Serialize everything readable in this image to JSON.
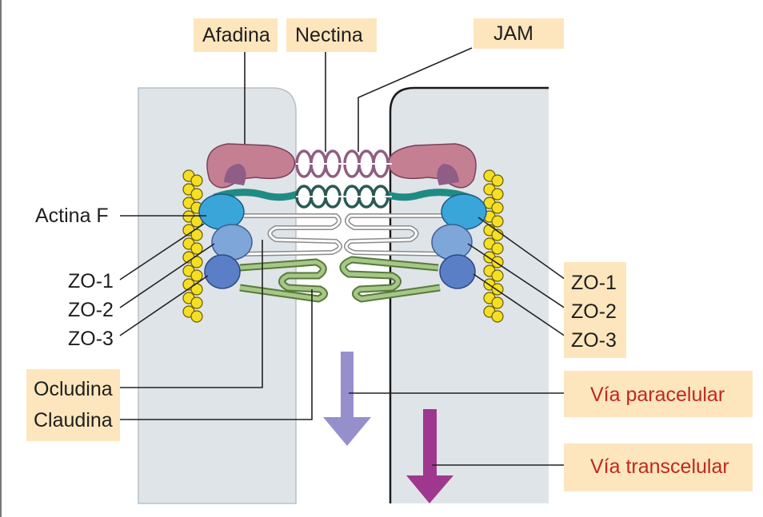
{
  "labels": {
    "afadina": "Afadina",
    "nectina": "Nectina",
    "jam": "JAM",
    "actina_f": "Actina F",
    "zo1_left": "ZO-1",
    "zo2_left": "ZO-2",
    "zo3_left": "ZO-3",
    "zo1_right": "ZO-1",
    "zo2_right": "ZO-2",
    "zo3_right": "ZO-3",
    "ocludina": "Ocludina",
    "claudina": "Claudina",
    "via_paracelular": "Vía paracelular",
    "via_transcelular": "Vía transcelular"
  },
  "colors": {
    "cell_fill": "#dfe4e8",
    "afadina": "#c47f93",
    "afadina_inner": "#8f5d86",
    "nectina": "#8e5e82",
    "jam": "#2a5a52",
    "teal_band": "#1f8b83",
    "zo1": "#3aa5d8",
    "zo2": "#7fa6d9",
    "zo3": "#5b7fc7",
    "actin_bead": "#f5df22",
    "ocludina": "#8a8a8a",
    "claudina": "#a6c786",
    "arrow_paracellular": "#9590cc",
    "arrow_transcellular": "#a0378f",
    "label_bg": "#fde6bd",
    "label_red": "#c0281e"
  }
}
